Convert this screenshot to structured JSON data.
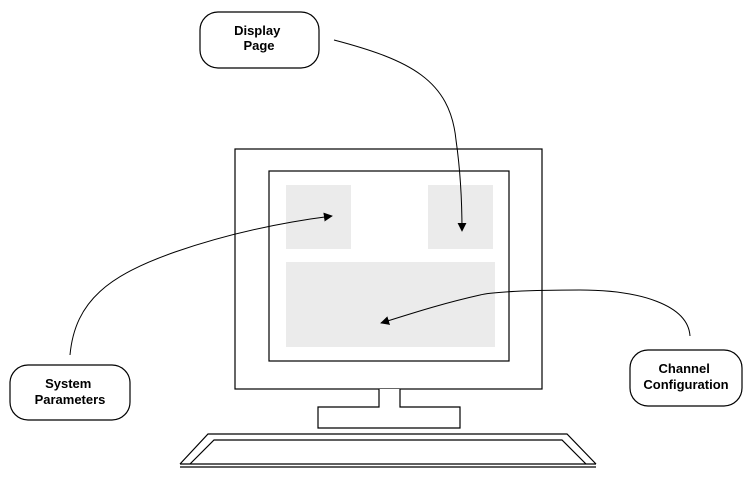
{
  "callouts": {
    "display_page": {
      "line1": "Display",
      "line2": "Page"
    },
    "system_parameters": {
      "line1": "System",
      "line2": "Parameters"
    },
    "channel_configuration": {
      "line1": "Channel",
      "line2": "Configuration"
    }
  },
  "colors": {
    "stroke": "#000000",
    "panel_fill": "#ebebeb",
    "background": "#ffffff"
  }
}
